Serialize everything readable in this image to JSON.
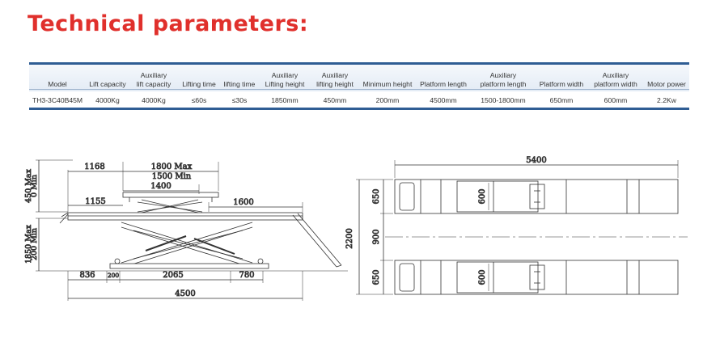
{
  "title": "Technical parameters:",
  "table": {
    "headers": [
      [
        "Model"
      ],
      [
        "Lift capacity"
      ],
      [
        "Auxiliary",
        "lift capacity"
      ],
      [
        "Lifting time"
      ],
      [
        "lifting time"
      ],
      [
        "Auxiliary",
        "Lifting height"
      ],
      [
        "Auxiliary",
        "lifting height"
      ],
      [
        "Minimum height"
      ],
      [
        "Platform length"
      ],
      [
        "Auxiliary",
        "platform length"
      ],
      [
        "Platform width"
      ],
      [
        "Auxiliary",
        "platform width"
      ],
      [
        "Motor power"
      ]
    ],
    "row": [
      "TH3-3C40B45M",
      "4000Kg",
      "4000Kg",
      "≤60s",
      "≤30s",
      "1850mm",
      "450mm",
      "200mm",
      "4500mm",
      "1500-1800mm",
      "650mm",
      "600mm",
      "2.2Kw"
    ]
  },
  "side_view": {
    "dim_1168": "1168",
    "dim_1800_max": "1800 Max",
    "dim_1500_min": "1500 Min",
    "dim_1400": "1400",
    "dim_1155": "1155",
    "dim_1600": "1600",
    "dim_450_max": "450 Max",
    "dim_0_min": "0 Min",
    "dim_1850_max": "1850 Max",
    "dim_200_min": "200 Min",
    "dim_836": "836",
    "dim_200": "200",
    "dim_2065": "2065",
    "dim_780": "780",
    "dim_4500": "4500"
  },
  "top_view": {
    "dim_5400": "5400",
    "dim_650_top": "650",
    "dim_600_top": "600",
    "dim_2200": "2200",
    "dim_900": "900",
    "dim_650_bottom": "650",
    "dim_600_bottom": "600"
  }
}
